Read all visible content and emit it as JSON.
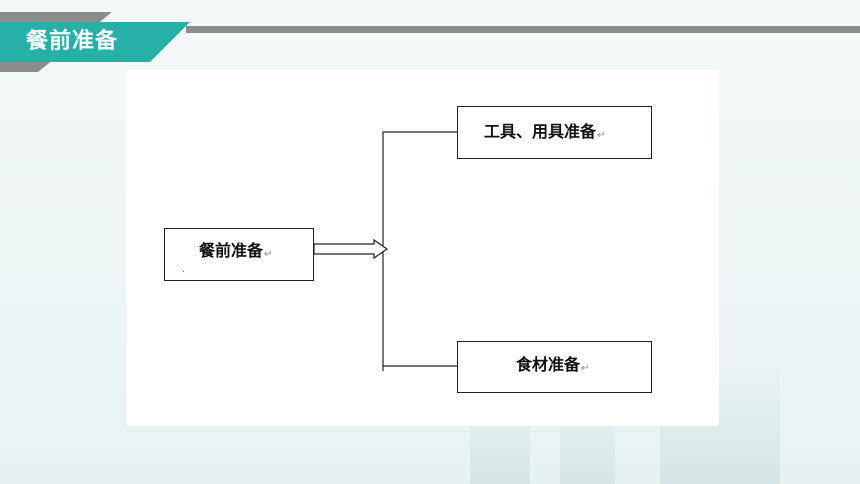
{
  "header": {
    "title": "餐前准备"
  },
  "diagram": {
    "root": {
      "label": "餐前准备"
    },
    "children": [
      {
        "label": "工具、用具准备"
      },
      {
        "label": "食材准备"
      }
    ],
    "paragraph_mark": "↵"
  },
  "colors": {
    "accent": "#26b0a8",
    "header_gray": "#8c8c8c",
    "background": "#eef6f6"
  }
}
